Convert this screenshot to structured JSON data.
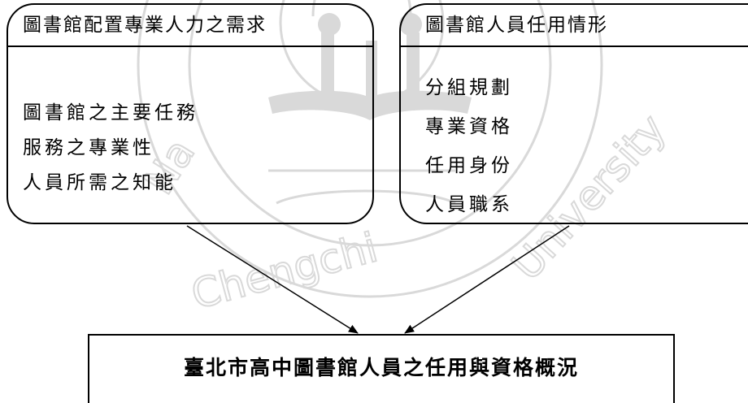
{
  "left_box": {
    "title": "圖書館配置專業人力之需求",
    "items": [
      "圖書館之主要任務",
      "服務之專業性",
      "人員所需之知能"
    ]
  },
  "right_box": {
    "title": "圖書館人員任用情形",
    "items": [
      "分組規劃",
      "專業資格",
      "任用身份",
      "人員職系"
    ]
  },
  "bottom_box": {
    "title": "臺北市高中圖書館人員之任用與資格概況"
  },
  "watermark": {
    "text_line1": "Na",
    "text_line2": "Chengchi",
    "text_line3": "University",
    "color": "#d9d9d9"
  }
}
